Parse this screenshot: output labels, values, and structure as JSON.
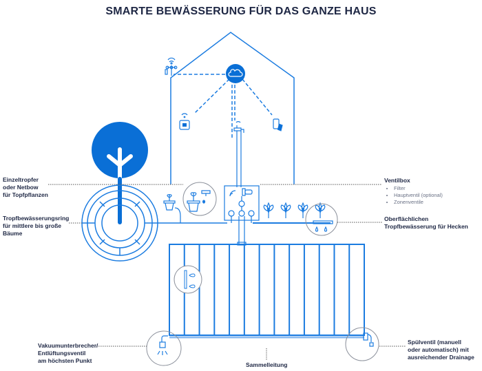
{
  "title": "SMARTE BEWÄSSERUNG  FÜR DAS GANZE HAUS",
  "colors": {
    "accent": "#0a6fd6",
    "line": "#1a7be0",
    "callout": "#8a8f9a",
    "text": "#1e2744"
  },
  "labels": {
    "einzeltropfer": [
      "Einzeltropfer",
      "oder Netbow",
      "für Topfpflanzen"
    ],
    "ring": [
      "Tropfbewässerungsring",
      "für mittlere bis große",
      "Bäume"
    ],
    "ventilbox": {
      "title": "Ventilbox",
      "items": [
        "Filter",
        "Hauptventil (optional)",
        "Zonenventile"
      ]
    },
    "hecken": [
      "Oberflächlichen",
      "Tropfbewässerung für Hecken"
    ],
    "vakuum": [
      "Vakuumunterbrecher/",
      "Entlüftungsventil",
      "am höchsten Punkt"
    ],
    "spuel": [
      "Spülventil (manuell",
      "oder automatisch) mit",
      "ausreichender Drainage"
    ],
    "sammel": "Sammelleitung"
  },
  "icons": [
    "cloud-icon",
    "weather-station-icon",
    "controller-icon",
    "faucet-icon",
    "smartphone-icon",
    "tree-icon",
    "potted-plant-icon",
    "shrub-icon",
    "drip-icon",
    "valve-icon"
  ]
}
